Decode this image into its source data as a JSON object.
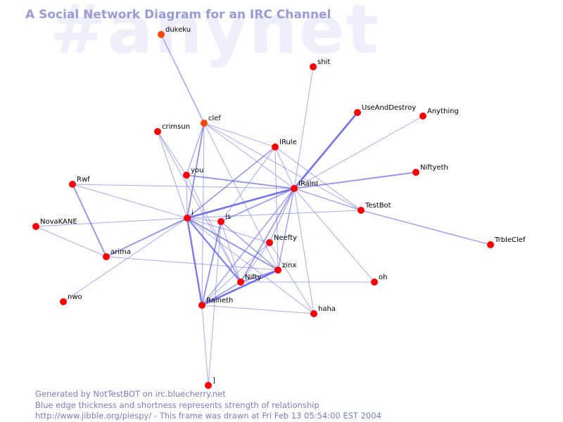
{
  "watermark": "#anynet",
  "title": "A Social Network Diagram for an IRC Channel",
  "footer": {
    "line1": "Generated by NotTestBOT on irc.bluecherry.net",
    "line2": "Blue edge thickness and shortness represents strength of relationship",
    "line3": "http://www.jibble.org/piespy/ - This frame was drawn at Fri Feb 13 05:54:00 EST 2004"
  },
  "colors": {
    "node": "#ff0000",
    "active_node": "#ff4400",
    "edge": "#6666ee",
    "title": "#9a9ad6",
    "footer": "#7a7ac4",
    "watermark": "#eeeefc"
  },
  "nodes": [
    {
      "id": "dukeku",
      "label": "dukeku",
      "active": true
    },
    {
      "id": "shit",
      "label": "shit"
    },
    {
      "id": "UseAndDestroy",
      "label": "UseAndDestroy"
    },
    {
      "id": "Anything",
      "label": "Anything"
    },
    {
      "id": "crimsun",
      "label": "crimsun"
    },
    {
      "id": "clef",
      "label": "clef",
      "active": true
    },
    {
      "id": "IRule",
      "label": "IRule"
    },
    {
      "id": "Niftyeth",
      "label": "Niftyeth"
    },
    {
      "id": "you",
      "label": "you"
    },
    {
      "id": "Rwf",
      "label": "Rwf"
    },
    {
      "id": "IRainI",
      "label": "IRainI"
    },
    {
      "id": "TestBot",
      "label": "TestBot"
    },
    {
      "id": "NovaKANE",
      "label": "NovaKANE"
    },
    {
      "id": "i",
      "label": "i"
    },
    {
      "id": "is",
      "label": "is"
    },
    {
      "id": "TrbleClef",
      "label": "TrbleClef"
    },
    {
      "id": "Neefty",
      "label": "Neefty"
    },
    {
      "id": "arima",
      "label": "arima"
    },
    {
      "id": "zinx",
      "label": "zinx"
    },
    {
      "id": "oh",
      "label": "oh"
    },
    {
      "id": "Nifty",
      "label": "Nifty"
    },
    {
      "id": "nwo",
      "label": "nwo"
    },
    {
      "id": "Raineth",
      "label": "Raineth"
    },
    {
      "id": "haha",
      "label": "haha"
    },
    {
      "id": "bracket",
      "label": "]"
    }
  ],
  "edges": [
    {
      "from": "dukeku",
      "to": "clef",
      "strength": 1.4
    },
    {
      "from": "shit",
      "to": "IRainI",
      "strength": 1
    },
    {
      "from": "UseAndDestroy",
      "to": "IRainI",
      "strength": 2.6
    },
    {
      "from": "Anything",
      "to": "IRainI",
      "strength": 1
    },
    {
      "from": "Niftyeth",
      "to": "IRainI",
      "strength": 1.8
    },
    {
      "from": "IRule",
      "to": "IRainI",
      "strength": 1
    },
    {
      "from": "IRule",
      "to": "i",
      "strength": 1.6
    },
    {
      "from": "IRule",
      "to": "clef",
      "strength": 1
    },
    {
      "from": "IRule",
      "to": "zinx",
      "strength": 1
    },
    {
      "from": "IRule",
      "to": "TestBot",
      "strength": 1
    },
    {
      "from": "IRule",
      "to": "is",
      "strength": 1
    },
    {
      "from": "clef",
      "to": "i",
      "strength": 1.8
    },
    {
      "from": "clef",
      "to": "IRainI",
      "strength": 1
    },
    {
      "from": "clef",
      "to": "you",
      "strength": 1.2
    },
    {
      "from": "clef",
      "to": "TestBot",
      "strength": 1
    },
    {
      "from": "clef",
      "to": "Raineth",
      "strength": 1
    },
    {
      "from": "clef",
      "to": "zinx",
      "strength": 1
    },
    {
      "from": "crimsun",
      "to": "you",
      "strength": 1
    },
    {
      "from": "crimsun",
      "to": "Nifty",
      "strength": 1
    },
    {
      "from": "crimsun",
      "to": "i",
      "strength": 1
    },
    {
      "from": "you",
      "to": "IRainI",
      "strength": 1.8
    },
    {
      "from": "you",
      "to": "i",
      "strength": 1
    },
    {
      "from": "you",
      "to": "Nifty",
      "strength": 1
    },
    {
      "from": "Rwf",
      "to": "IRainI",
      "strength": 1
    },
    {
      "from": "Rwf",
      "to": "arima",
      "strength": 1.8
    },
    {
      "from": "Rwf",
      "to": "i",
      "strength": 1
    },
    {
      "from": "NovaKANE",
      "to": "i",
      "strength": 1
    },
    {
      "from": "NovaKANE",
      "to": "arima",
      "strength": 1
    },
    {
      "from": "i",
      "to": "IRainI",
      "strength": 2.6
    },
    {
      "from": "i",
      "to": "arima",
      "strength": 1.8
    },
    {
      "from": "i",
      "to": "Raineth",
      "strength": 2.4
    },
    {
      "from": "i",
      "to": "Nifty",
      "strength": 2.2
    },
    {
      "from": "i",
      "to": "zinx",
      "strength": 1.8
    },
    {
      "from": "i",
      "to": "Neefty",
      "strength": 1
    },
    {
      "from": "i",
      "to": "haha",
      "strength": 1
    },
    {
      "from": "i",
      "to": "nwo",
      "strength": 1
    },
    {
      "from": "i",
      "to": "TestBot",
      "strength": 1
    },
    {
      "from": "i",
      "to": "is",
      "strength": 1
    },
    {
      "from": "is",
      "to": "Raineth",
      "strength": 1.8
    },
    {
      "from": "is",
      "to": "IRainI",
      "strength": 1.6
    },
    {
      "from": "is",
      "to": "zinx",
      "strength": 1.4
    },
    {
      "from": "is",
      "to": "Nifty",
      "strength": 1
    },
    {
      "from": "IRainI",
      "to": "TestBot",
      "strength": 1.4
    },
    {
      "from": "IRainI",
      "to": "Neefty",
      "strength": 1.2
    },
    {
      "from": "IRainI",
      "to": "Nifty",
      "strength": 1.6
    },
    {
      "from": "IRainI",
      "to": "zinx",
      "strength": 1.4
    },
    {
      "from": "IRainI",
      "to": "Raineth",
      "strength": 1.4
    },
    {
      "from": "IRainI",
      "to": "oh",
      "strength": 1
    },
    {
      "from": "IRainI",
      "to": "haha",
      "strength": 1
    },
    {
      "from": "TestBot",
      "to": "TrbleClef",
      "strength": 1.4
    },
    {
      "from": "Neefty",
      "to": "Nifty",
      "strength": 1
    },
    {
      "from": "Neefty",
      "to": "haha",
      "strength": 1
    },
    {
      "from": "Neefty",
      "to": "Raineth",
      "strength": 1
    },
    {
      "from": "zinx",
      "to": "Raineth",
      "strength": 2.6
    },
    {
      "from": "zinx",
      "to": "Nifty",
      "strength": 1.8
    },
    {
      "from": "Nifty",
      "to": "oh",
      "strength": 1
    },
    {
      "from": "Nifty",
      "to": "Raineth",
      "strength": 1.6
    },
    {
      "from": "arima",
      "to": "zinx",
      "strength": 1
    },
    {
      "from": "Raineth",
      "to": "haha",
      "strength": 1
    },
    {
      "from": "Raineth",
      "to": "bracket",
      "strength": 1
    },
    {
      "from": "bracket",
      "to": "is",
      "strength": 1
    }
  ]
}
